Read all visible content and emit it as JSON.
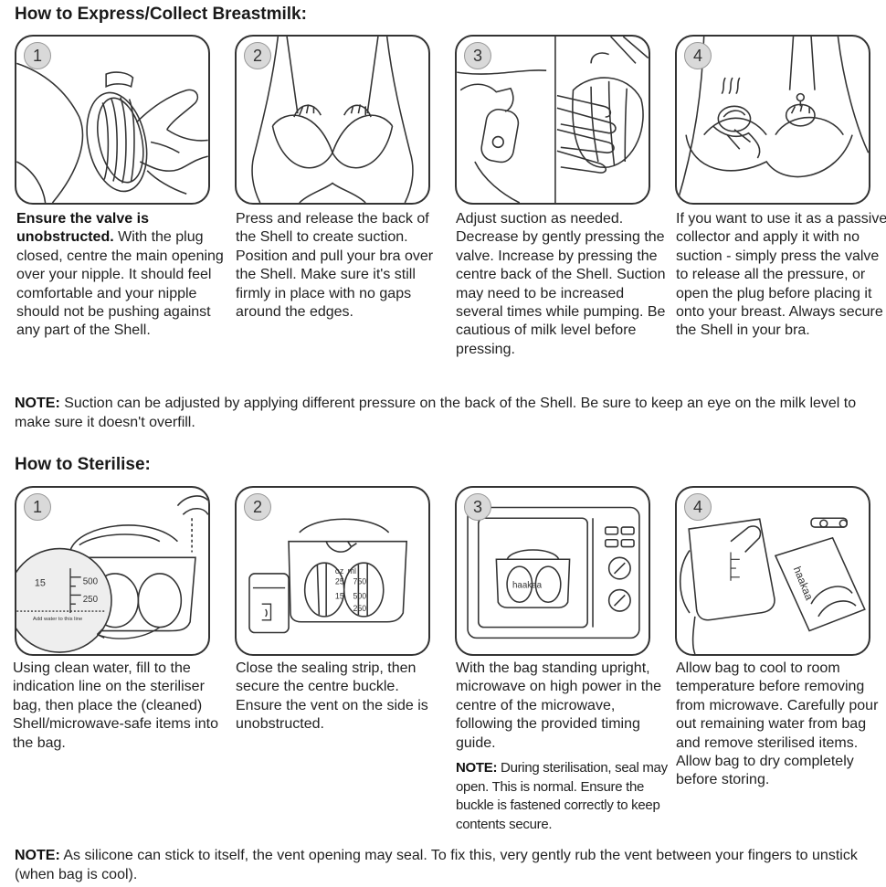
{
  "express": {
    "title": "How to Express/Collect Breastmilk:",
    "steps": [
      {
        "number": "1",
        "bold": "Ensure the valve is unobstructed.",
        "text": " With the plug closed, centre the main opening over your nipple. It should feel comfortable and your nipple should not be pushing against any part of the Shell."
      },
      {
        "number": "2",
        "text": "Press and release the back of the Shell to create suction. Position and pull your bra over the Shell. Make sure it's still firmly in place with no gaps around the edges."
      },
      {
        "number": "3",
        "text": "Adjust suction as needed. Decrease by gently pressing the valve. Increase by pressing the centre back of the Shell. Suction may need to be increased several times while pumping. Be cautious of milk level before pressing."
      },
      {
        "number": "4",
        "text": "If you want to use it as a passive collector and apply it with no suction - simply press the valve to release all the pressure, or open the plug before placing it onto your breast. Always secure the Shell in your bra."
      }
    ],
    "note_label": "NOTE:",
    "note_text": " Suction can be adjusted by applying different pressure on the back of the Shell. Be sure to keep an eye on the milk level to make sure it doesn't overfill."
  },
  "sterilise": {
    "title": "How to Sterilise:",
    "steps": [
      {
        "number": "1",
        "text": "Using clean water, fill to the indication line on the steriliser bag, then place the (cleaned) Shell/microwave-safe items into the bag."
      },
      {
        "number": "2",
        "text": "Close the sealing strip, then secure the centre buckle. Ensure the vent on the side is unobstructed."
      },
      {
        "number": "3",
        "text": "With the bag standing upright, microwave on high power in the centre of the microwave, following the provided timing guide."
      },
      {
        "number": "4",
        "text": "Allow bag to cool to room temperature before removing from microwave. Carefully pour out remaining water from bag and remove sterilised items. Allow bag to dry completely before storing."
      }
    ],
    "step3_note_label": "NOTE:",
    "step3_note_text": " During sterilisation, seal may open. This is normal. Ensure the buckle is fastened correctly to keep contents secure.",
    "note_label": "NOTE:",
    "note_text": " As silicone can stick to itself, the vent opening may seal. To fix this, very gently rub the vent between your fingers to unstick (when bag is cool)."
  },
  "illustration_text": {
    "oz": "oz",
    "ml": "ml",
    "s1_15": "15",
    "s1_500": "500",
    "s1_250": "250",
    "fill_line": "Add water to this line",
    "s2_25": "25",
    "s2_15": "15",
    "s2_750": "750",
    "s2_500": "500",
    "s2_250": "250",
    "brand": "haakaa"
  },
  "colors": {
    "border": "#333333",
    "badge": "#d9d9d9",
    "water": "#eeeeee"
  }
}
